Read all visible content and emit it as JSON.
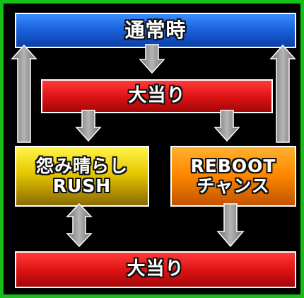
{
  "diagram": {
    "nodes": {
      "normal": "通常時",
      "oneatari_top": "大当り",
      "rush": "怨み晴らし\nRUSH",
      "reboot": "REBOOT\nチャンス",
      "oneatari_bottom": "大当り"
    },
    "edges": [
      {
        "from": "normal",
        "to": "oneatari_top",
        "style": "down"
      },
      {
        "from": "oneatari_top",
        "to": "rush",
        "style": "down"
      },
      {
        "from": "oneatari_top",
        "to": "reboot",
        "style": "down"
      },
      {
        "from": "rush",
        "to": "normal",
        "style": "up"
      },
      {
        "from": "reboot",
        "to": "normal",
        "style": "up"
      },
      {
        "from": "rush",
        "to": "oneatari_bottom",
        "style": "bidirectional"
      },
      {
        "from": "reboot",
        "to": "oneatari_bottom",
        "style": "down"
      }
    ],
    "colors": {
      "frame": "#17c017",
      "normal": "#1c63de",
      "oneatari": "#e01414",
      "rush": "#e6c800",
      "reboot": "#ff8a00",
      "arrow": "#8c8c8c"
    }
  }
}
